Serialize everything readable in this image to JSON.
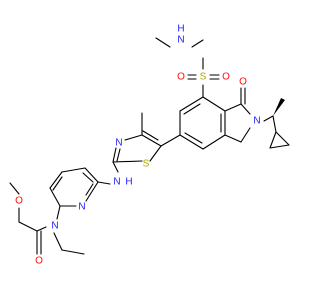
{
  "colors": {
    "carbon_bond": "#000000",
    "N": "#2020ff",
    "O": "#ff0d0d",
    "S": "#b2a600",
    "background": "#ffffff"
  },
  "labels": {
    "nh_top": "N",
    "h_top": "H",
    "s_sulfonyl": "S",
    "o_sulfonyl_left": "O",
    "o_sulfonyl_right": "O",
    "o_lactam": "O",
    "n_lactam": "N",
    "n_thiazole": "N",
    "s_thiazole": "S",
    "n_pyridine": "N",
    "nh_amine": "N",
    "h_amine": "H",
    "n_amide": "N",
    "o_amide": "O",
    "o_methoxy": "O"
  }
}
